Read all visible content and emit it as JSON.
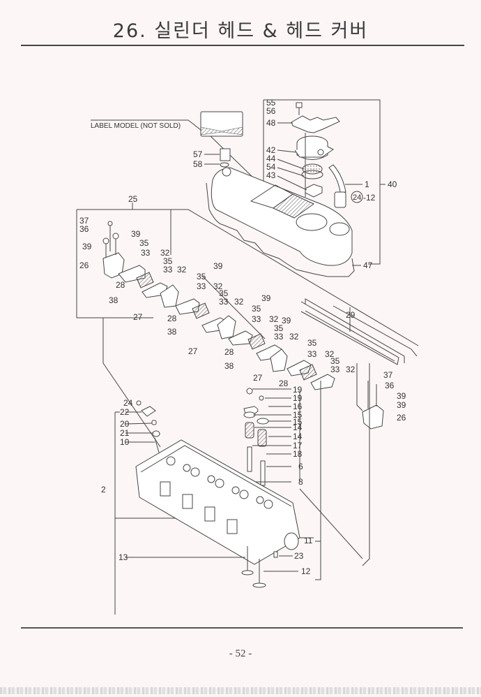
{
  "page": {
    "title": "26. 실린더 헤드 & 헤드 커버",
    "page_number": "- 52 -"
  },
  "diagram": {
    "label_model_note": "LABEL MODEL (NOT SOLD)",
    "callouts": {
      "c55": "55",
      "c56": "56",
      "c48": "48",
      "c42": "42",
      "c44": "44",
      "c54": "54",
      "c43": "43",
      "c1": "1",
      "c24a": "24",
      "c12a": "-12",
      "c40": "40",
      "c47": "47",
      "c57": "57",
      "c58": "58",
      "c25": "25",
      "c37a": "37",
      "c36a": "36",
      "c39a": "39",
      "c39b": "39",
      "c26a": "26",
      "c35a": "35",
      "c33a": "33",
      "c32a": "32",
      "c35b": "35",
      "c33b": "33",
      "c32b": "32",
      "c28a": "28",
      "c39c": "39",
      "c35c": "35",
      "c33c": "33",
      "c32c": "32",
      "c38a": "38",
      "c27a": "27",
      "c35d": "35",
      "c33d": "33",
      "c32d": "32",
      "c28b": "28",
      "c39d": "39",
      "c35e": "35",
      "c33e": "33",
      "c32e": "32",
      "c38b": "38",
      "c39e": "39",
      "c35f": "35",
      "c33f": "33",
      "c32f": "32",
      "c27b": "27",
      "c28c": "28",
      "c29": "29",
      "c35g": "35",
      "c33g": "33",
      "c32g": "32",
      "c35h": "35",
      "c33h": "33",
      "c32h": "32",
      "c38c": "38",
      "c27c": "27",
      "c28d": "28",
      "c37b": "37",
      "c36b": "36",
      "c39f": "39",
      "c39g": "39",
      "c26b": "26",
      "c19a": "19",
      "c19b": "19",
      "c16": "16",
      "c15a": "15",
      "c15b": "15",
      "c14a": "14",
      "c14b": "14",
      "c17": "17",
      "c18": "18",
      "c6": "6",
      "c8": "8",
      "c24b": "24",
      "c22": "22",
      "c20": "20",
      "c21": "21",
      "c10": "10",
      "c2": "2",
      "c11": "11",
      "c23": "23",
      "c13": "13",
      "c12b": "12"
    }
  }
}
